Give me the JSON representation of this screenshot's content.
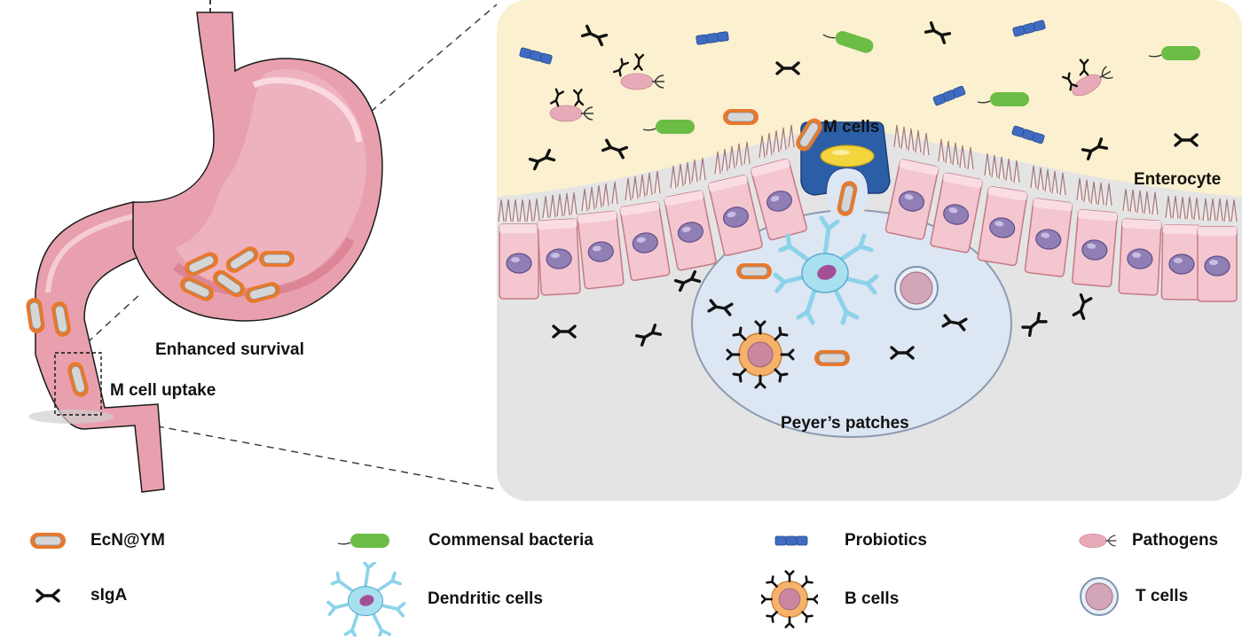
{
  "labels": {
    "m_cells": "M cells",
    "enterocyte": "Enterocyte",
    "peyers_patches": "Peyer’s patches",
    "enhanced_survival": "Enhanced survival",
    "m_cell_uptake": "M cell uptake"
  },
  "legend": {
    "ecn_ym": "EcN@YM",
    "commensal": "Commensal bacteria",
    "probiotics": "Probiotics",
    "pathogens": "Pathogens",
    "siga": "sIgA",
    "dendritic": "Dendritic cells",
    "b_cells": "B cells",
    "t_cells": "T cells"
  },
  "colors": {
    "lumen": "#fbf0cf",
    "submucosa": "#e4e4e4",
    "cell_fill": "#f4c6cf",
    "cell_stroke": "#c47a86",
    "nucleus": "#8f7fb4",
    "m_cell": "#2c5ea8",
    "patch": "#dde6f3",
    "stomach": "#e8a0ae",
    "capsule_ring": "#e8792b",
    "commensal": "#6bbd45",
    "probiotic": "#3f6cc2",
    "pathogen": "#e8aab8"
  }
}
